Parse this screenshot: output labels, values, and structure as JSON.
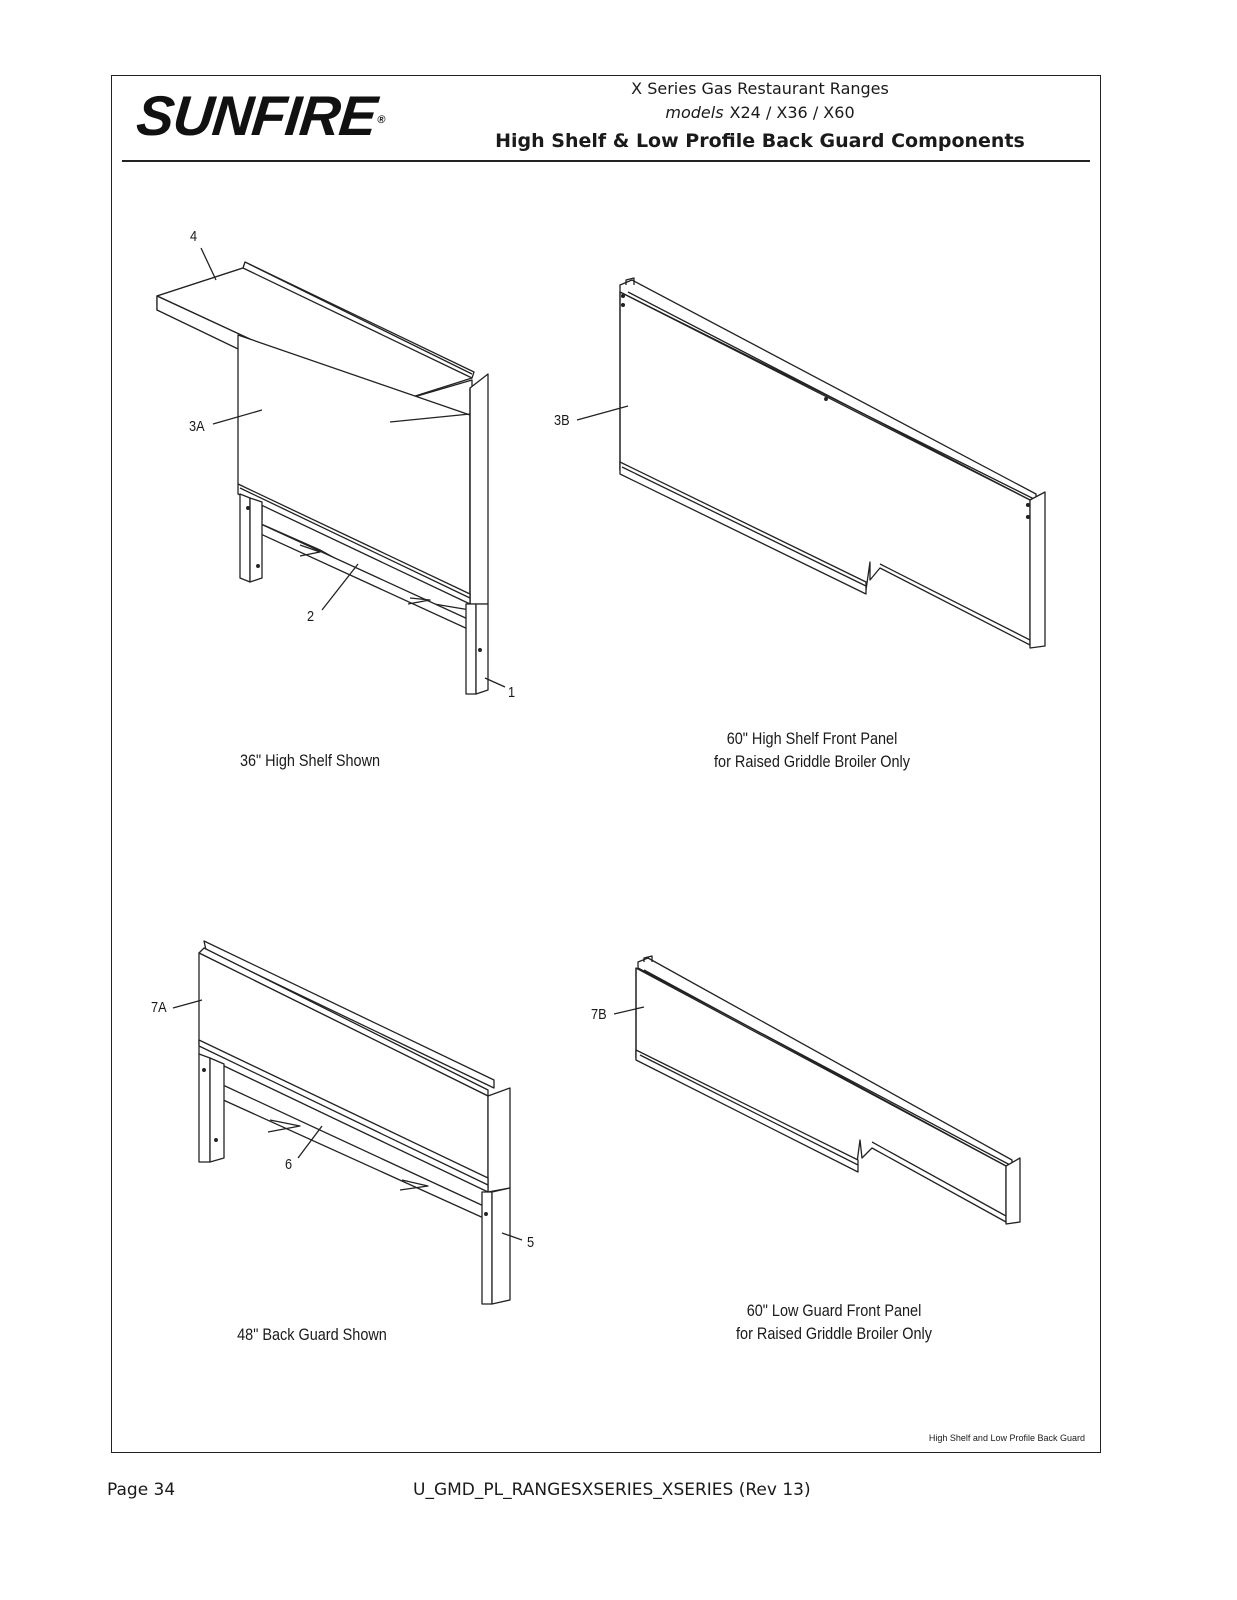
{
  "header": {
    "brand": "SUNFIRE",
    "registered_mark": "®",
    "series_title": "X Series Gas Restaurant Ranges",
    "models_label": "models",
    "models": "X24 / X36 / X60",
    "page_title": "High Shelf & Low Profile Back Guard Components"
  },
  "figures": {
    "high_shelf": {
      "callouts": [
        "4",
        "3A",
        "2",
        "1"
      ],
      "caption": "36\" High Shelf Shown"
    },
    "high_shelf_panel": {
      "callouts": [
        "3B"
      ],
      "caption_line1": "60\" High Shelf Front Panel",
      "caption_line2": "for Raised Griddle Broiler Only"
    },
    "back_guard": {
      "callouts": [
        "7A",
        "6",
        "5"
      ],
      "caption": "48\" Back Guard Shown"
    },
    "low_guard_panel": {
      "callouts": [
        "7B"
      ],
      "caption_line1": "60\" Low Guard Front Panel",
      "caption_line2": "for Raised Griddle Broiler Only"
    }
  },
  "frame_note": "High Shelf and Low Profile Back Guard",
  "footer": {
    "page": "Page 34",
    "doc_id": "U_GMD_PL_RANGESXSERIES_XSERIES (Rev 13)"
  }
}
